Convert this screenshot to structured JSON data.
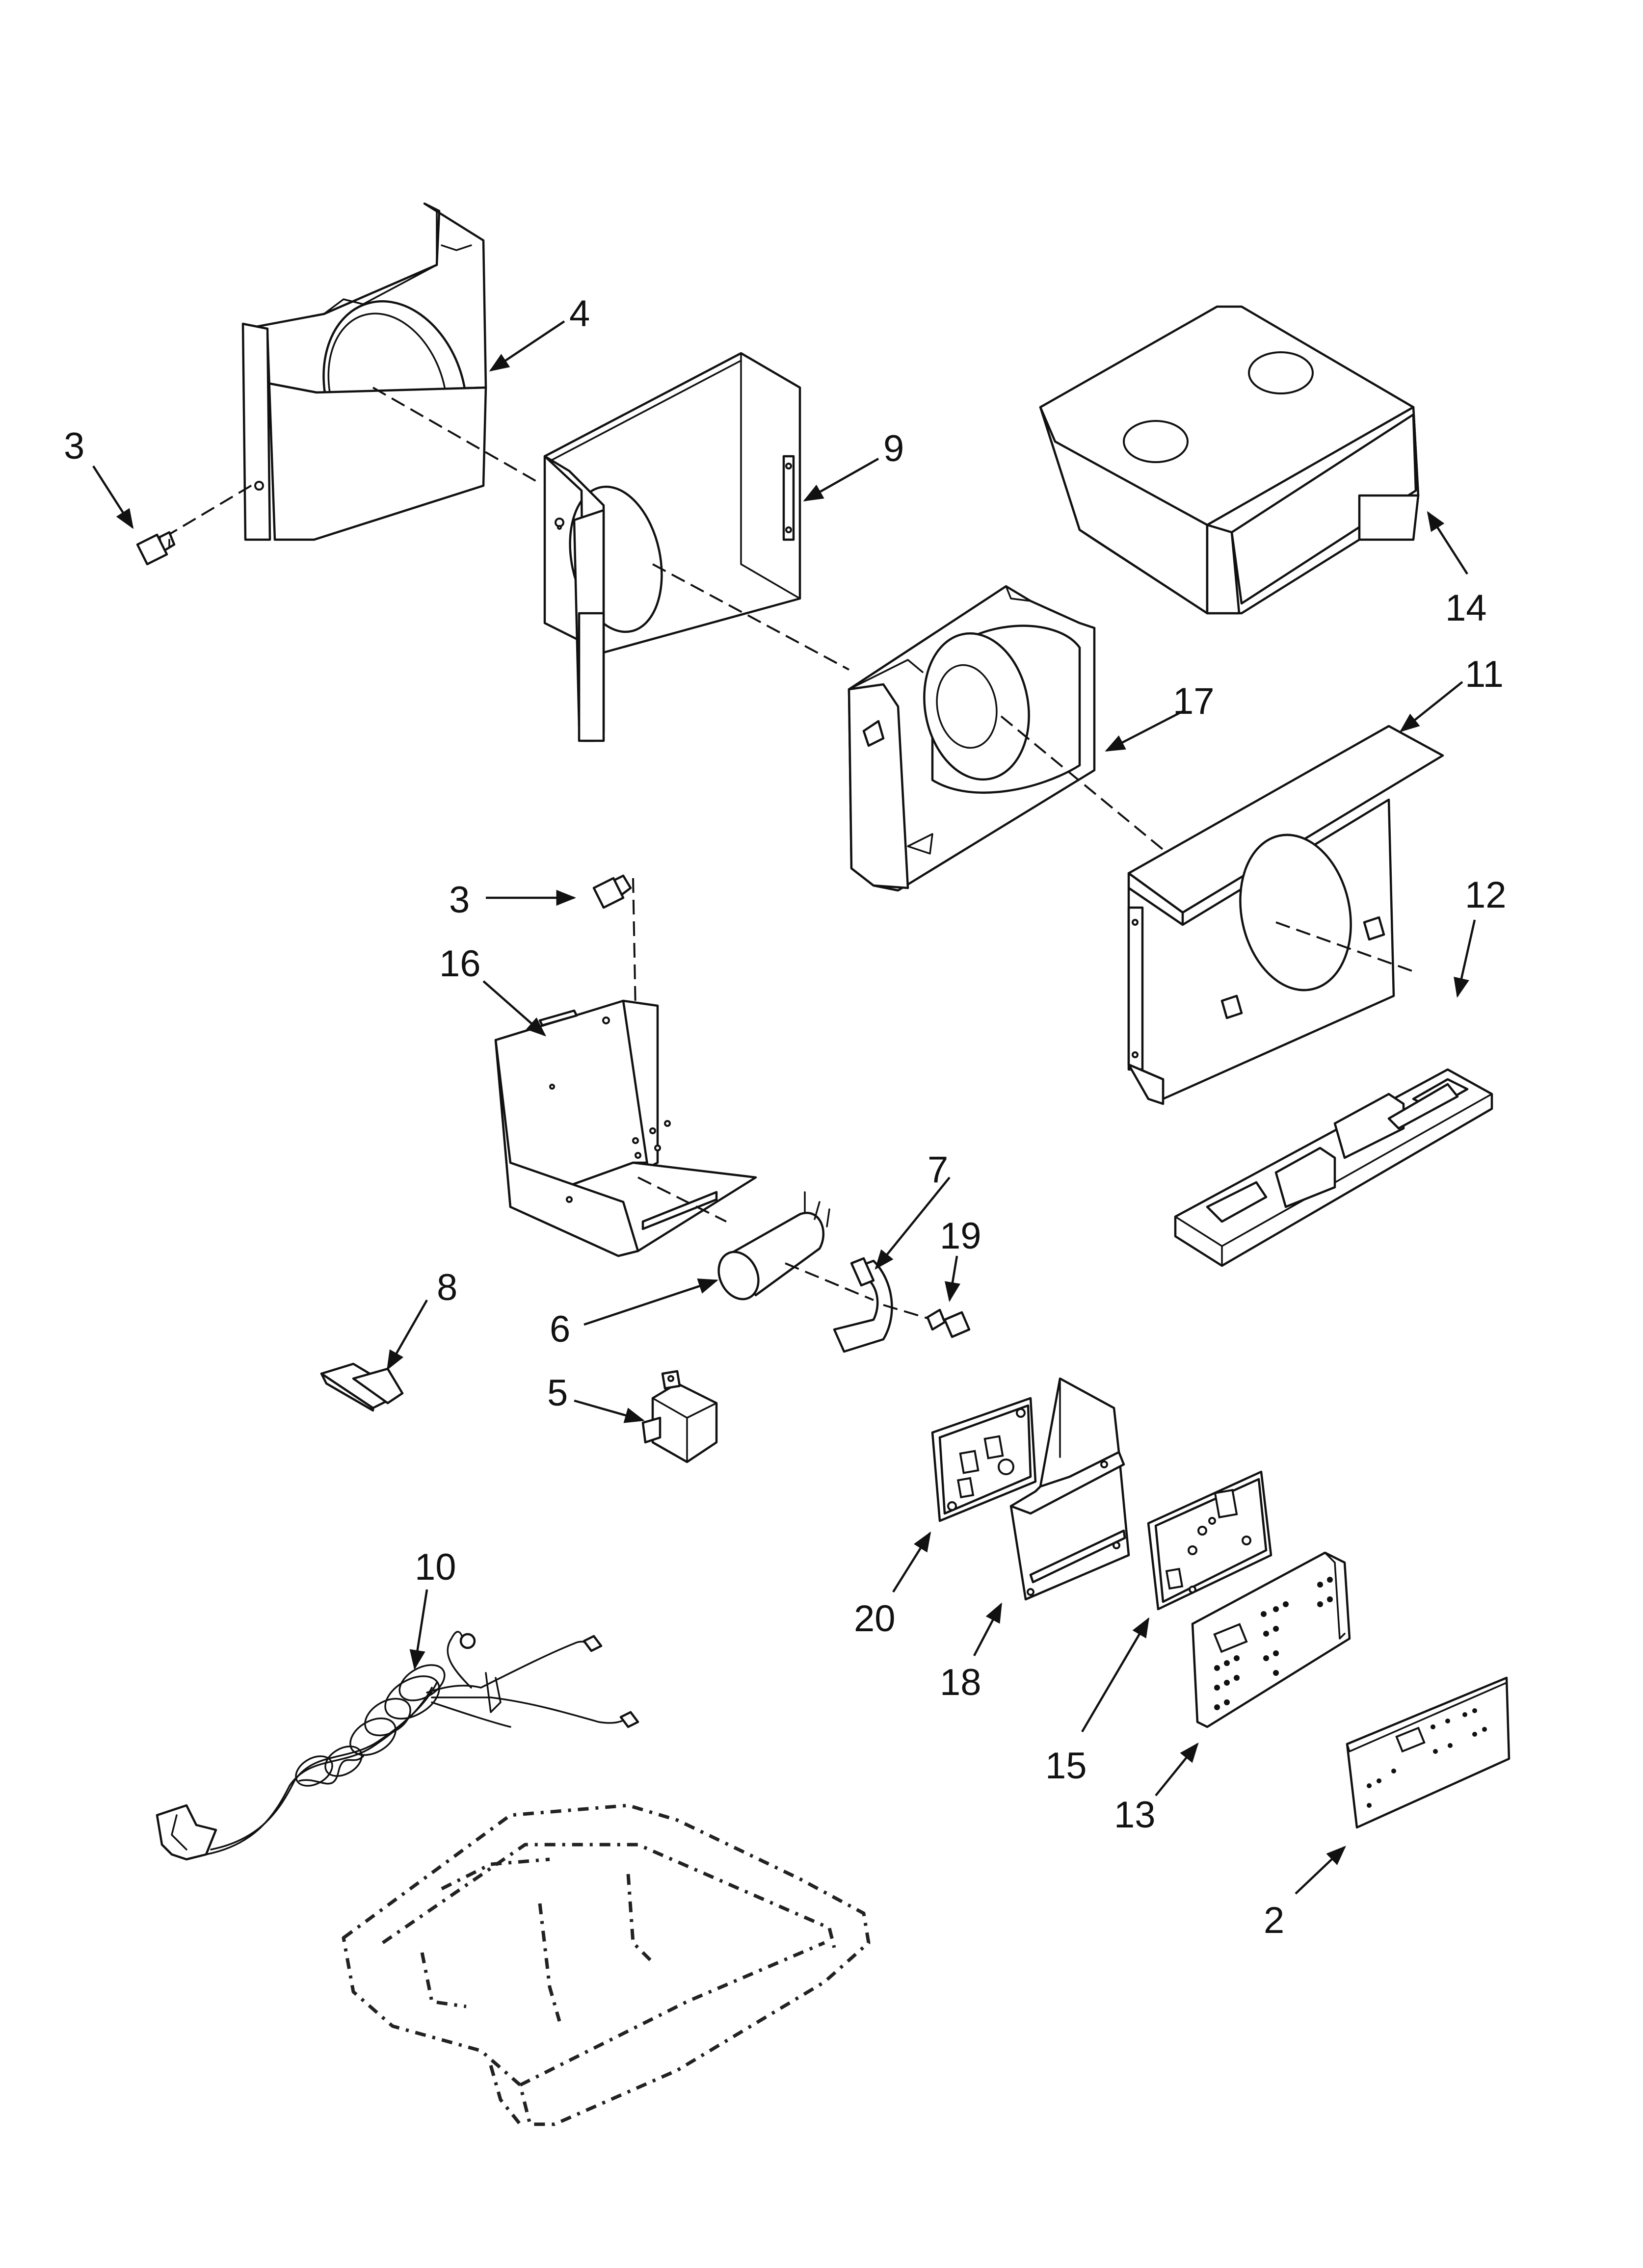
{
  "callouts": [
    {
      "id": "c3a",
      "text": "3"
    },
    {
      "id": "c4",
      "text": "4"
    },
    {
      "id": "c9",
      "text": "9"
    },
    {
      "id": "c14",
      "text": "14"
    },
    {
      "id": "c11",
      "text": "11"
    },
    {
      "id": "c17",
      "text": "17"
    },
    {
      "id": "c3b",
      "text": "3"
    },
    {
      "id": "c16",
      "text": "16"
    },
    {
      "id": "c12",
      "text": "12"
    },
    {
      "id": "c7",
      "text": "7"
    },
    {
      "id": "c19",
      "text": "19"
    },
    {
      "id": "c8",
      "text": "8"
    },
    {
      "id": "c6",
      "text": "6"
    },
    {
      "id": "c5",
      "text": "5"
    },
    {
      "id": "c10",
      "text": "10"
    },
    {
      "id": "c20",
      "text": "20"
    },
    {
      "id": "c18",
      "text": "18"
    },
    {
      "id": "c15",
      "text": "15"
    },
    {
      "id": "c13",
      "text": "13"
    },
    {
      "id": "c2",
      "text": "2"
    }
  ],
  "colors": {
    "line": "#111111",
    "background": "#ffffff"
  }
}
